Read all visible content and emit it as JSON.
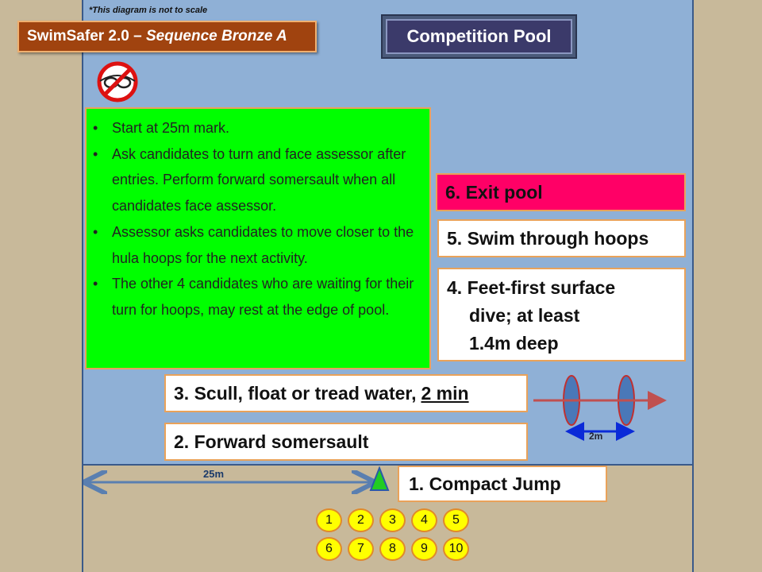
{
  "note": "*This diagram is not to scale",
  "title": {
    "main": "SwimSafer 2.0 – ",
    "italic": "Sequence Bronze A"
  },
  "pool_title": "Competition Pool",
  "icons": {
    "no_goggles": "no-goggles-icon",
    "cone": "cone-marker-icon"
  },
  "notes": [
    {
      "bullet": "•",
      "text": "Start at 25m mark."
    },
    {
      "bullet": "•",
      "text": "Ask candidates to turn and face assessor after entries. Perform forward somersault when all candidates face assessor."
    },
    {
      "bullet": "•",
      "text": "Assessor asks candidates to move closer to the hula hoops for the next activity."
    },
    {
      "bullet": "•",
      "text": "The other 4 candidates who are waiting for their turn for hoops, may rest at the edge of pool."
    }
  ],
  "steps": {
    "s6": "6. Exit pool",
    "s5": "5. Swim through hoops",
    "s4_line1": "4. Feet-first surface",
    "s4_line2": "dive; at least",
    "s4_line3": "1.4m deep",
    "s3_main": "3. Scull, float or tread water,",
    "s3_underline": "2 min",
    "s2": "2. Forward somersault",
    "s1": "1. Compact Jump"
  },
  "hoops_label": "2m",
  "distance_label": "25m",
  "candidates": [
    "1",
    "2",
    "3",
    "4",
    "5",
    "6",
    "7",
    "8",
    "9",
    "10"
  ],
  "colors": {
    "pool": "#8fb0d6",
    "deck": "#c8b99a",
    "notes_bg": "#00ff00",
    "exit_bg": "#ff0066",
    "title_bg": "#a0430f",
    "candidate": "#ffff00",
    "cone": "#22cc22"
  }
}
